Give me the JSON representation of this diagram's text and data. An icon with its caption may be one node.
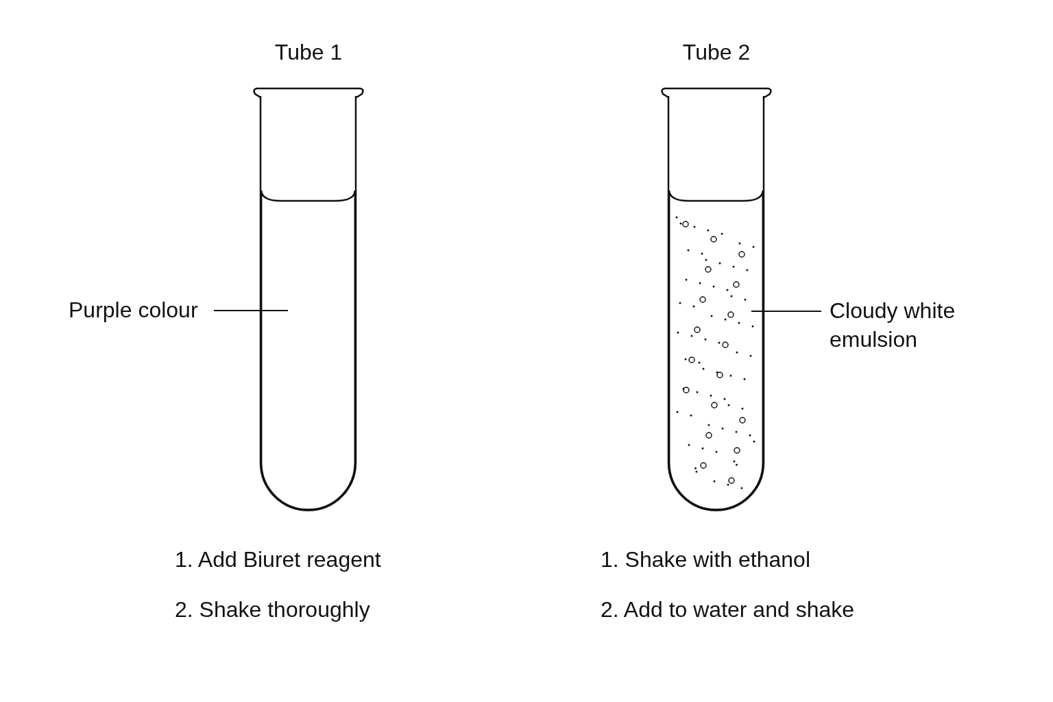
{
  "diagram": {
    "nodes": [
      {
        "text": [
          "Tube 1"
        ]
      },
      {
        "text": [],
        "shape": "picture",
        "in": 0
      },
      {
        "text": [
          "Purple colour"
        ]
      },
      {
        "text": [
          "Tube 2"
        ]
      },
      {
        "text": [],
        "shape": "picture",
        "in": 3
      },
      {
        "text": [
          "Cloudy white emulsion"
        ]
      }
    ],
    "edges": [
      {
        "from": 2,
        "to": 1,
        "arrow": "none"
      },
      {
        "from": 5,
        "to": 4,
        "arrow": "none"
      }
    ],
    "labels": [
      "1. Add Biuret reagent",
      "2. Shake thoroughly",
      "1. Shake with ethanol",
      "2. Add to water and shake"
    ]
  }
}
